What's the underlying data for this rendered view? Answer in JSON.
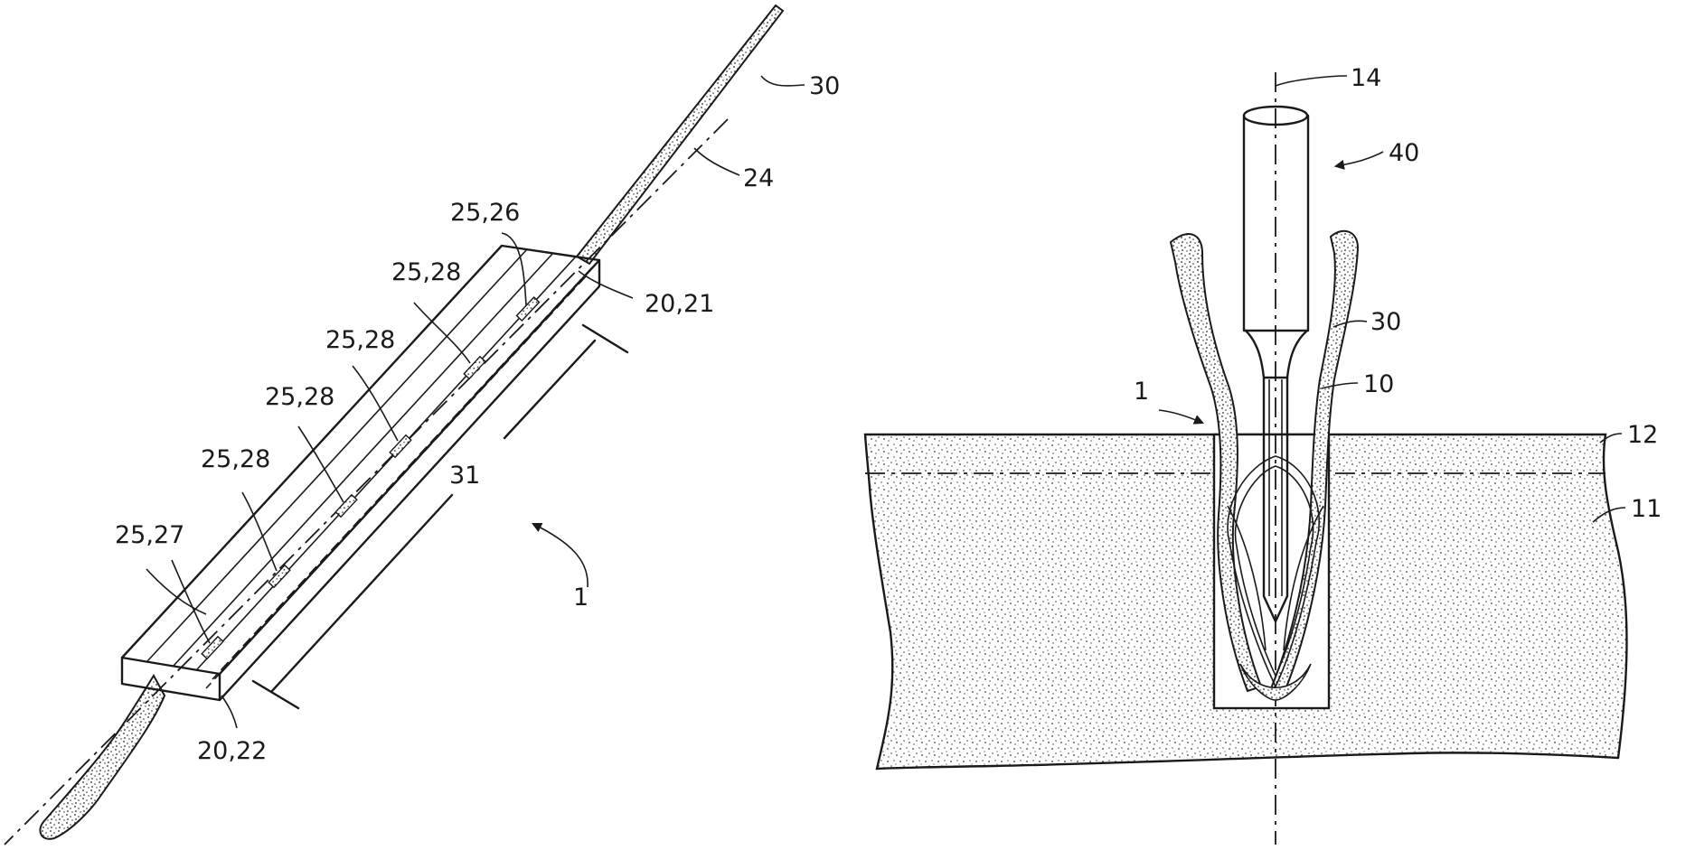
{
  "figure": {
    "left_view": {
      "labels": {
        "ref_30": "30",
        "ref_24": "24",
        "ref_25_26": "25,26",
        "ref_20_21": "20,21",
        "ref_25_28_a": "25,28",
        "ref_25_28_b": "25,28",
        "ref_25_28_c": "25,28",
        "ref_25_28_d": "25,28",
        "ref_25_27": "25,27",
        "ref_31": "31",
        "ref_1": "1",
        "ref_20_22": "20,22"
      }
    },
    "right_view": {
      "labels": {
        "ref_14": "14",
        "ref_40": "40",
        "ref_30": "30",
        "ref_10": "10",
        "ref_1": "1",
        "ref_12": "12",
        "ref_11": "11"
      }
    },
    "colors": {
      "ink": "#1a1a1a",
      "paper": "#ffffff",
      "stipple": "#3a3a3a"
    }
  }
}
